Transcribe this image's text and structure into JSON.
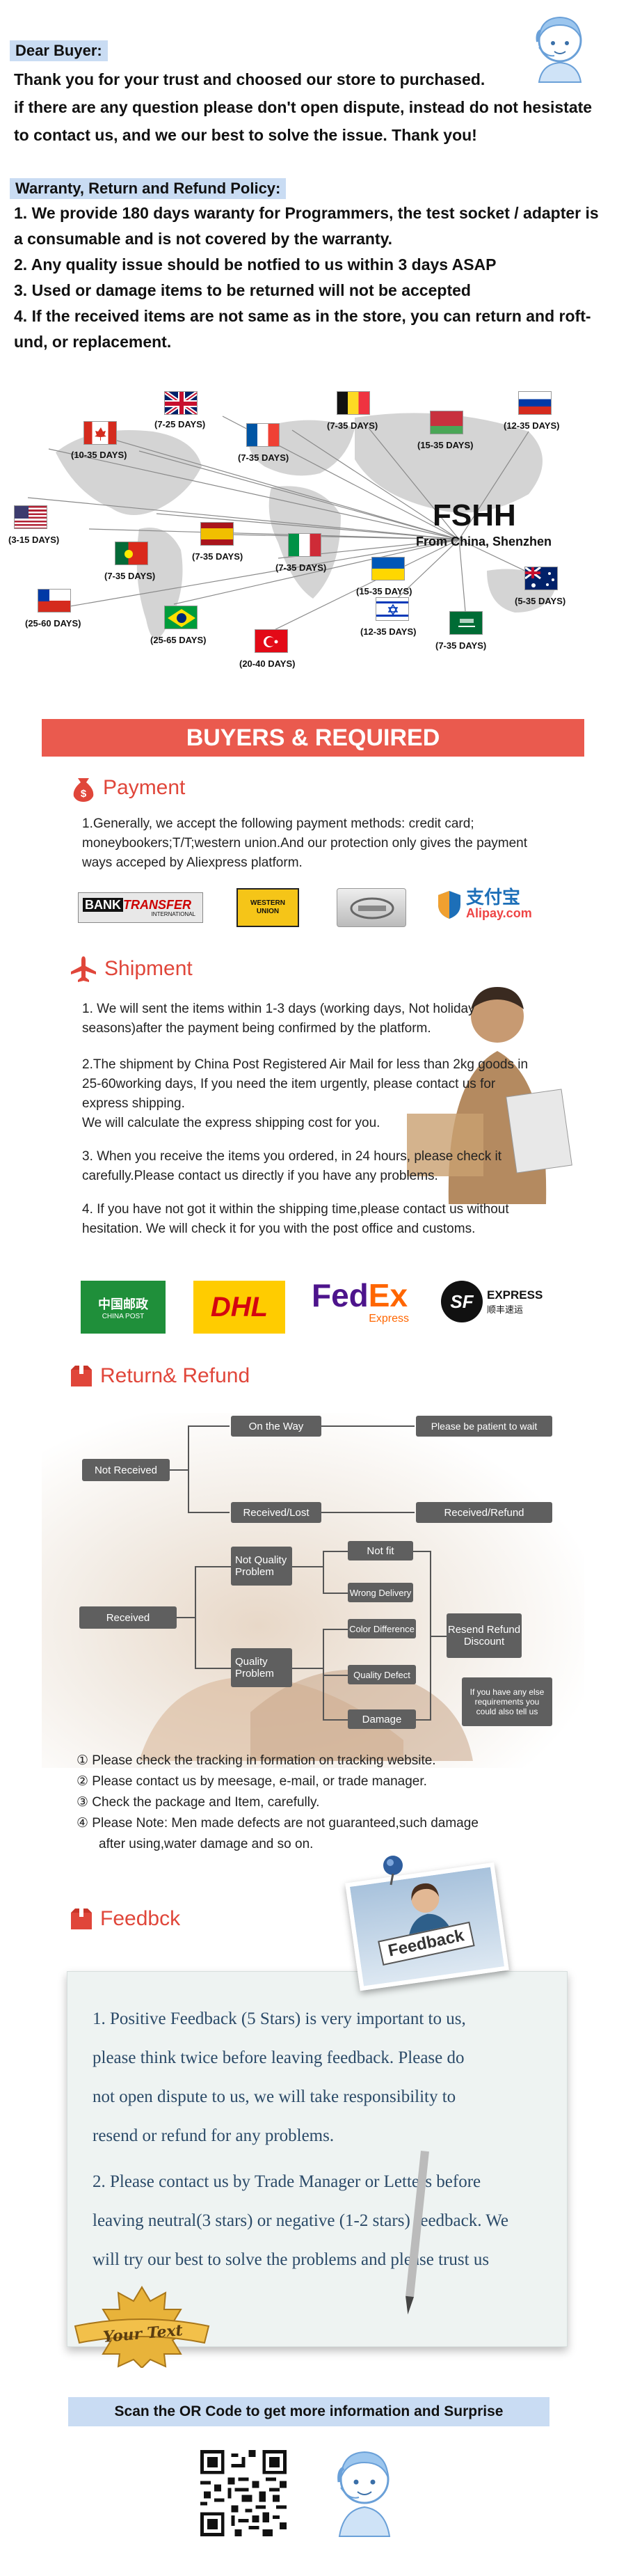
{
  "intro": {
    "heading": "Dear Buyer:",
    "lines": [
      "Thank you for your trust and choosed our store to purchased.",
      "if there are any question please don't open dispute, instead do not hesistate",
      "to contact us, and we our best to solve the issue. Thank you!"
    ]
  },
  "warranty": {
    "heading": "Warranty, Return and Refund Policy:",
    "lines": [
      "1. We provide 180 days waranty for Programmers, the test socket / adapter is",
      "a consumable and is not covered by the warranty.",
      "2. Any quality issue should be notfied to us within 3 days ASAP",
      "3. Used or damage items to be returned will not be accepted",
      "4. If the received items are not same as in the store, you can return and roft-",
      "und, or replacement."
    ]
  },
  "map": {
    "brand": "FSHH",
    "origin": "From China, Shenzhen",
    "countries": [
      {
        "label": "(7-25 DAYS)",
        "name": "uk"
      },
      {
        "label": "(10-35 DAYS)",
        "name": "canada"
      },
      {
        "label": "(7-35 DAYS)",
        "name": "france"
      },
      {
        "label": "(7-35 DAYS)",
        "name": "belgium"
      },
      {
        "label": "(15-35 DAYS)",
        "name": "belarus"
      },
      {
        "label": "(12-35 DAYS)",
        "name": "russia"
      },
      {
        "label": "(3-15 DAYS)",
        "name": "usa"
      },
      {
        "label": "(7-35 DAYS)",
        "name": "spain"
      },
      {
        "label": "(7-35 DAYS)",
        "name": "portugal"
      },
      {
        "label": "(7-35 DAYS)",
        "name": "italy"
      },
      {
        "label": "(15-35 DAYS)",
        "name": "ukraine"
      },
      {
        "label": "(25-60 DAYS)",
        "name": "chile"
      },
      {
        "label": "(25-65 DAYS)",
        "name": "brazil"
      },
      {
        "label": "(20-40 DAYS)",
        "name": "turkey"
      },
      {
        "label": "(12-35 DAYS)",
        "name": "israel"
      },
      {
        "label": "(7-35 DAYS)",
        "name": "saudi"
      },
      {
        "label": "(5-35 DAYS)",
        "name": "australia"
      }
    ]
  },
  "banner": {
    "title": "BUYERS & REQUIRED"
  },
  "payment": {
    "title": "Payment",
    "text": "1.Generally, we accept the following payment methods: credit card; moneybookers;T/T;western union.And our protection only gives the payment ways acceped by Aliexpress platform.",
    "logos": {
      "bank_a": "BANK",
      "bank_b": "TRANSFER",
      "bank_c": "INTERNATIONAL",
      "wu": "WESTERN UNION",
      "alipay_cn": "支付宝",
      "alipay_en": "Alipay.com"
    }
  },
  "shipment": {
    "title": "Shipment",
    "p1": "1. We will sent the items within 1-3 days (working days, Not holiday seasons)after the payment being confirmed by the platform.",
    "p2a": "2.The shipment by China Post Registered Air Mail for less than  2kg goods in 25-60working days, If  you need the item urgently, please contact us for express shipping.",
    "p2b": "We will calculate the express shipping cost for you.",
    "p3": "3. When you receive the items you ordered, in 24 hours, please check  it carefully.Please contact us directly if you have any problems.",
    "p4": "4. If you have not got it within the shipping time,please contact us without hesitation. We will check it for you with the post office and customs.",
    "logos": {
      "chinapost_cn": "中国邮政",
      "chinapost_en": "CHINA POST",
      "dhl": "DHL",
      "fedex_a": "Fed",
      "fedex_b": "Ex",
      "fedex_c": "Express",
      "sf_a": "SF",
      "sf_b": "EXPRESS",
      "sf_c": "顺丰速运"
    }
  },
  "refund": {
    "title": "Return& Refund",
    "flow": {
      "not_received": "Not Received",
      "on_the_way": "On the Way",
      "be_patient": "Please be patient to wait",
      "received_lost": "Received/Lost",
      "received_refund": "Received/Refund",
      "received": "Received",
      "nqp": "Not Quality Problem",
      "not_fit": "Not fit",
      "wrong_delivery": "Wrong Delivery",
      "qp": "Quality Problem",
      "color_diff": "Color Difference",
      "quality_defect": "Quality Defect",
      "damage": "Damage",
      "resend": "Resend Refund Discount",
      "other": "If you have any else requirements you could also tell us"
    },
    "notes": [
      "① Please check the tracking in formation on tracking website.",
      "② Please contact us by meesage, e-mail, or trade manager.",
      "③ Check the package and Item, carefully.",
      "④ Please Note: Men made defects  are not guaranteed,such damage",
      "after using,water damage and so on."
    ]
  },
  "feedback": {
    "title": "Feedbck",
    "sign": "Feedback",
    "lines": [
      "1. Positive Feedback (5 Stars) is very important to us,",
      "please think twice before leaving feedback. Please do",
      "not open dispute to us,   we will take responsibility to",
      "resend or refund for any problems.",
      "2. Please contact us by Trade Manager or Letters before",
      "leaving neutral(3 stars) or negative (1-2 stars) feedback. We",
      "will try our best to solve the problems and please trust us"
    ],
    "badge": "Your Text"
  },
  "footer": {
    "qr_text": "Scan the OR Code to get more information and Surprise"
  },
  "colors": {
    "accent": "#e0463a",
    "highlight": "#c9dcf3",
    "flow_box": "#5f5f5f"
  }
}
